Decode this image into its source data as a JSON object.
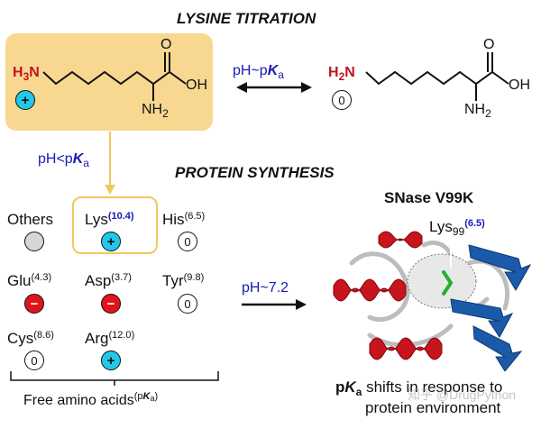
{
  "headings": {
    "title": "LYSINE TITRATION",
    "protein_synthesis": "PROTEIN SYNTHESIS"
  },
  "molecule": {
    "nh3_main": "H",
    "nh3_sub": "3",
    "nh3_n": "N",
    "nh2_main": "H",
    "nh2_sub": "2",
    "nh2_n": "N",
    "oh": "OH",
    "o": "O",
    "alpha_nh": "NH",
    "alpha_sub": "2"
  },
  "arrows": {
    "eq_prefix": "pH~p",
    "eq_k": "K",
    "eq_a": "a",
    "down_prefix": "pH<p",
    "down_k": "K",
    "down_a": "a",
    "right_label": "pH~7.2"
  },
  "charges": {
    "positive": "+",
    "negative": "−",
    "neutral": "0"
  },
  "amino_acids": [
    {
      "name": "Others",
      "pka": "",
      "charge": "grey"
    },
    {
      "name": "Lys",
      "pka": "10.4",
      "charge": "pos",
      "highlight": true
    },
    {
      "name": "His",
      "pka": "6.5",
      "charge": "neutral"
    },
    {
      "name": "Glu",
      "pka": "4.3",
      "charge": "neg"
    },
    {
      "name": "Asp",
      "pka": "3.7",
      "charge": "neg"
    },
    {
      "name": "Tyr",
      "pka": "9.8",
      "charge": "neutral"
    },
    {
      "name": "Cys",
      "pka": "8.6",
      "charge": "neutral"
    },
    {
      "name": "Arg",
      "pka": "12.0",
      "charge": "pos"
    }
  ],
  "free_label": {
    "text": "Free amino acids",
    "sup_open": "(p",
    "sup_k": "K",
    "sup_a": "a",
    "sup_close": ")"
  },
  "protein": {
    "title": "SNase V99K",
    "lys_label": "Lys",
    "lys_sub": "99",
    "lys_pka": "(6.5)",
    "caption_p": "p",
    "caption_k": "K",
    "caption_a": "a",
    "caption_line1": " shifts in response to",
    "caption_line2": "protein environment"
  },
  "watermark": "知乎 @DrugPython",
  "colors": {
    "positive": "#22c8e8",
    "negative": "#e0141c",
    "highlight_box": "#f8d890",
    "outline_box": "#f2c75c",
    "condition_text": "#1a1ab4",
    "amine_red": "#c0141c",
    "helix_red": "#c8141c",
    "sheet_blue": "#1a5aa8"
  }
}
